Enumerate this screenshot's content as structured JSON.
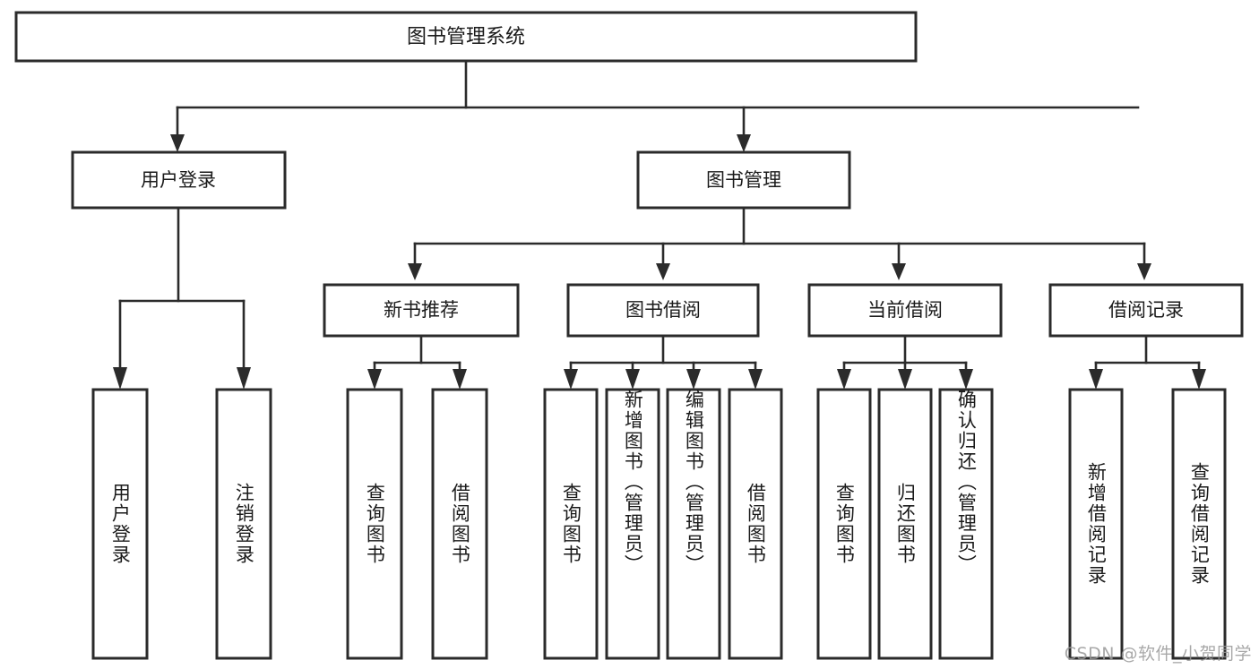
{
  "diagram": {
    "type": "tree-hierarchy-chart",
    "title": "图书管理系统",
    "orientation": "top-down",
    "watermark": "CSDN @软件_小贺同学",
    "colors": {
      "box_fill": "#ffffff",
      "box_stroke": "#2b2b2b",
      "connector": "#2b2b2b",
      "text": "#1a1a1a",
      "watermark": "#9a9a9a",
      "background": "#ffffff"
    },
    "root": {
      "label": "图书管理系统"
    },
    "level2": [
      {
        "label": "用户登录"
      },
      {
        "label": "图书管理"
      }
    ],
    "level3": [
      {
        "label": "新书推荐"
      },
      {
        "label": "图书借阅"
      },
      {
        "label": "当前借阅"
      },
      {
        "label": "借阅记录"
      }
    ],
    "leaves": {
      "user_login": [
        {
          "label": "用户登录"
        },
        {
          "label": "注销登录"
        }
      ],
      "new_book_recommend": [
        {
          "label": "查询图书"
        },
        {
          "label": "借阅图书"
        }
      ],
      "book_borrow": [
        {
          "label": "查询图书"
        },
        {
          "label": "新增图书（管理员）"
        },
        {
          "label": "编辑图书（管理员）"
        },
        {
          "label": "借阅图书"
        }
      ],
      "current_borrow": [
        {
          "label": "查询图书"
        },
        {
          "label": "归还图书"
        },
        {
          "label": "确认归还（管理员）"
        }
      ],
      "borrow_record": [
        {
          "label": "新增借阅记录"
        },
        {
          "label": "查询借阅记录"
        }
      ]
    }
  }
}
